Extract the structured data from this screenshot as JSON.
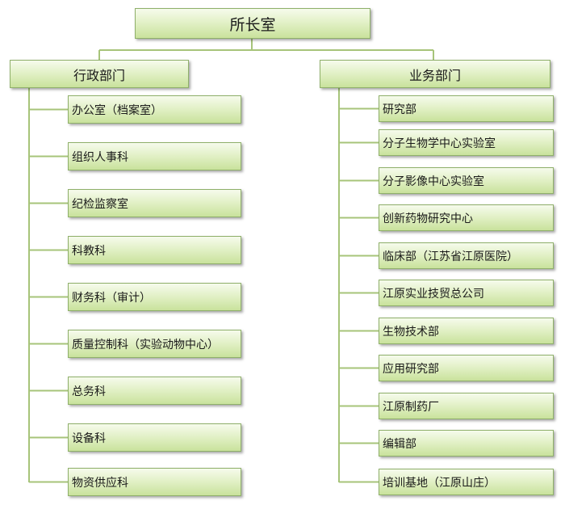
{
  "top": {
    "label": "所长室"
  },
  "left_dept": {
    "label": "行政部门",
    "items": [
      "办公室（档案室）",
      "组织人事科",
      "纪检监察室",
      "科教科",
      "财务科（审计）",
      "质量控制科（实验动物中心）",
      "总务科",
      "设备科",
      "物资供应科"
    ]
  },
  "right_dept": {
    "label": "业务部门",
    "items": [
      "研究部",
      "分子生物学中心实验室",
      "分子影像中心实验室",
      "创新药物研究中心",
      "临床部（江苏省江原医院）",
      "江原实业技贸总公司",
      "生物技术部",
      "应用研究部",
      "江原制药厂",
      "编辑部",
      "培训基地（江原山庄）"
    ]
  }
}
